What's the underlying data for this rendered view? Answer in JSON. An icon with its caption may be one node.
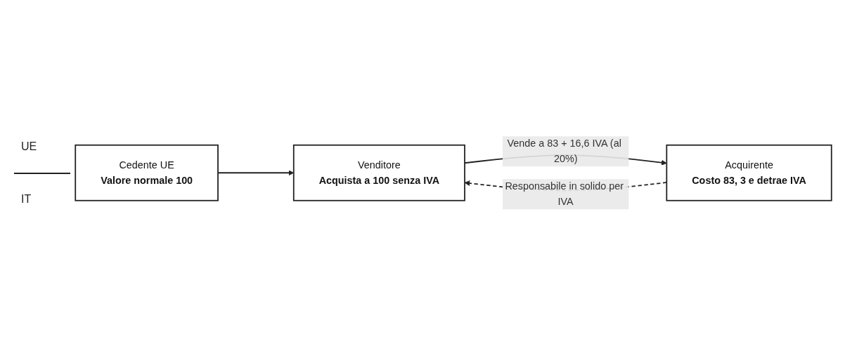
{
  "diagram": {
    "nodes": [
      {
        "text": [
          "Cedente UE",
          "Valore normale 100"
        ]
      },
      {
        "text": [
          "Venditore",
          "Acquista a 100 senza IVA"
        ]
      },
      {
        "text": [
          "Acquirente",
          "Costo 83, 3 e detrae IVA"
        ]
      }
    ],
    "edges": [
      {
        "from": 0,
        "to": 1,
        "arrow": "to"
      },
      {
        "from": 1,
        "to": 2,
        "arrow": "to",
        "label": "Vende a 83 + 16,6 IVA (al 20%)"
      },
      {
        "from": 2,
        "to": 1,
        "arrow": "to",
        "label": "Responsabile in solido per IVA",
        "style": "dashed"
      }
    ],
    "labels": [
      "UE",
      "IT"
    ]
  }
}
